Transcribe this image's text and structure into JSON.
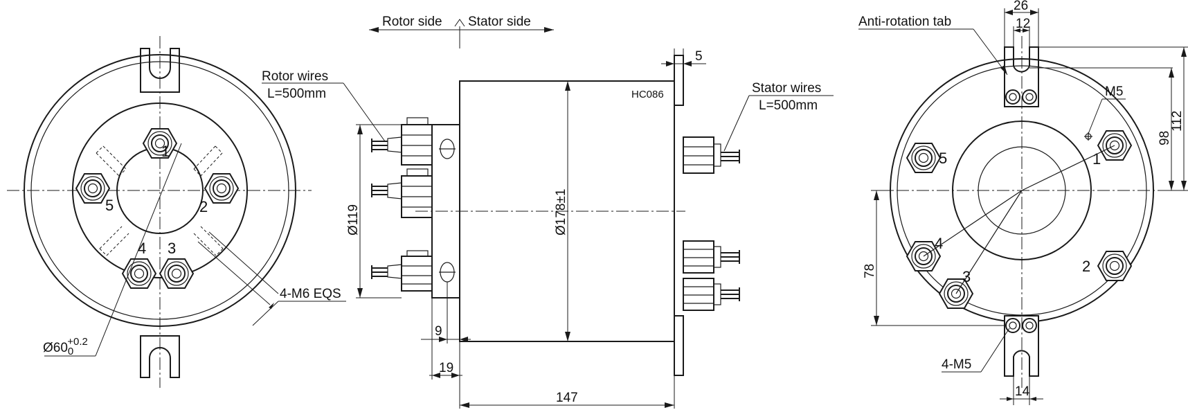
{
  "labels": {
    "rotor_side": "Rotor side",
    "stator_side": "Stator side",
    "rotor_wires": "Rotor wires",
    "rotor_wires_length": "L=500mm",
    "stator_wires": "Stator wires",
    "stator_wires_length": "L=500mm",
    "model": "HC086",
    "anti_rotation_tab": "Anti-rotation tab",
    "m5_single": "M5",
    "m5_four": "4-M5",
    "m6_eqs": "4-M6 EQS",
    "bore_prefix": "Ø60",
    "bore_sub": "0",
    "bore_sup": "+0.2"
  },
  "dimensions": {
    "d_119": "Ø119",
    "d_178": "Ø178±1",
    "flange_thickness": "5",
    "dim_9": "9",
    "dim_19": "19",
    "dim_147": "147",
    "dim_26": "26",
    "dim_12": "12",
    "dim_14": "14",
    "dim_98": "98",
    "dim_112": "112",
    "dim_78": "78"
  },
  "port_numbers": {
    "left": [
      "1",
      "2",
      "3",
      "4",
      "5"
    ],
    "right": [
      "1",
      "2",
      "3",
      "4",
      "5"
    ]
  }
}
